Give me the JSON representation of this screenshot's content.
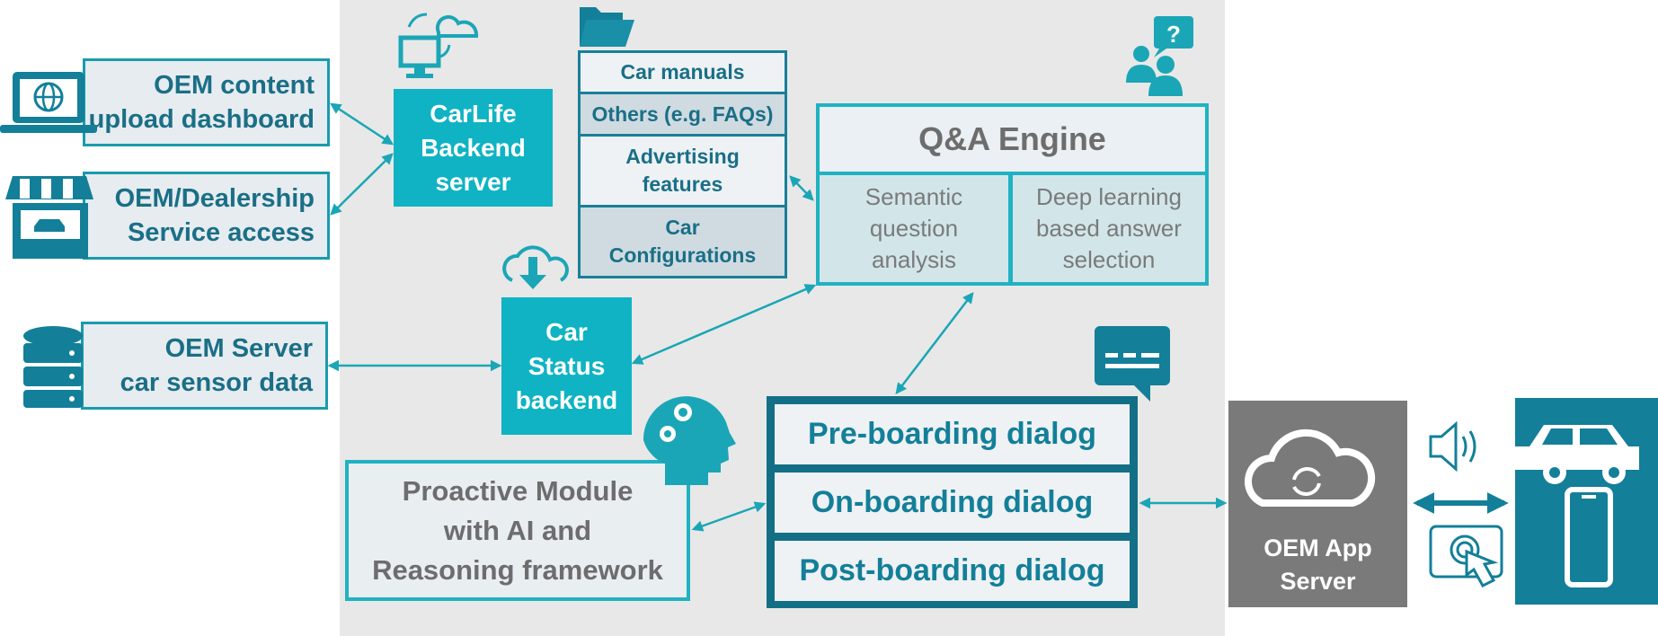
{
  "left": {
    "oem_content": [
      "OEM content",
      "upload dashboard"
    ],
    "oem_dealer": [
      "OEM/Dealership",
      "Service access"
    ],
    "oem_server": [
      "OEM Server",
      "car sensor data"
    ]
  },
  "carlife": [
    "CarLife",
    "Backend",
    "server"
  ],
  "car_status": [
    "Car",
    "Status",
    "backend"
  ],
  "content_stack": {
    "car_manuals": "Car manuals",
    "others": "Others (e.g. FAQs)",
    "advertising": [
      "Advertising",
      "features"
    ],
    "car_config": [
      "Car",
      "Configurations"
    ]
  },
  "qa": {
    "title": "Q&A Engine",
    "semantic": [
      "Semantic",
      "question",
      "analysis"
    ],
    "deep": [
      "Deep learning",
      "based answer",
      "selection"
    ]
  },
  "dialogs": {
    "pre": "Pre-boarding dialog",
    "on": "On-boarding dialog",
    "post": "Post-boarding dialog"
  },
  "proactive": [
    "Proactive Module",
    "with AI and",
    "Reasoning framework"
  ],
  "oem_app": [
    "OEM App",
    "Server"
  ],
  "icons": [
    "laptop-globe-icon",
    "storefront-car-icon",
    "database-icon",
    "computer-cloud-sync-icon",
    "folder-icon",
    "cloud-download-icon",
    "people-question-icon",
    "brain-gears-icon",
    "chat-bubble-icon",
    "cloud-sync-icon",
    "speaker-icon",
    "touch-screen-icon",
    "car-icon",
    "smartphone-icon"
  ],
  "colors": {
    "teal": "#0fb3c3",
    "dark_teal": "#137f99",
    "gray_panel": "#e8e8e8",
    "server_gray": "#7a7a7a"
  }
}
